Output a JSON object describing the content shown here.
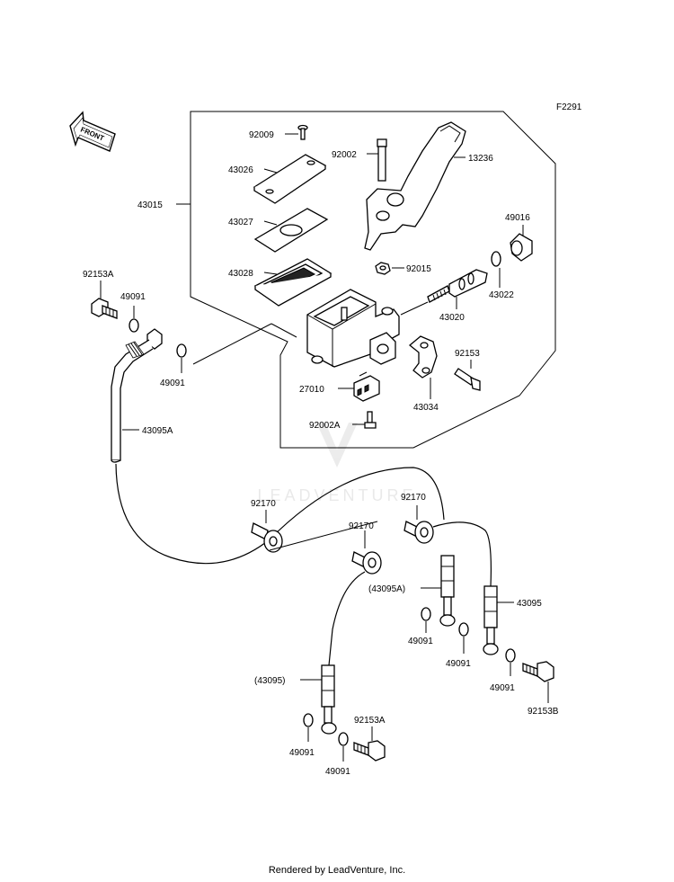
{
  "figure_code": "F2291",
  "watermark": "LEADVENTURE",
  "footer": "Rendered by LeadVenture, Inc.",
  "front_arrow_label": "FRONT",
  "parts": {
    "p92009": "92009",
    "p43026": "43026",
    "p43015": "43015",
    "p43027": "43027",
    "p43028": "43028",
    "p92002": "92002",
    "p13236": "13236",
    "p49016": "49016",
    "p92015": "92015",
    "p43022": "43022",
    "p43020": "43020",
    "p92153A_top": "92153A",
    "p49091_a": "49091",
    "p49091_b": "49091",
    "p92153": "92153",
    "p27010": "27010",
    "p43034": "43034",
    "p92002A": "92002A",
    "p43095A": "43095A",
    "p92170_a": "92170",
    "p92170_b": "92170",
    "p92170_c": "92170",
    "p43095A_paren": "(43095A)",
    "p43095": "43095",
    "p49091_c": "49091",
    "p49091_d": "49091",
    "p49091_e": "49091",
    "p92153B": "92153B",
    "p43095_paren": "(43095)",
    "p92153A_bottom": "92153A",
    "p49091_f": "49091",
    "p49091_g": "49091"
  }
}
